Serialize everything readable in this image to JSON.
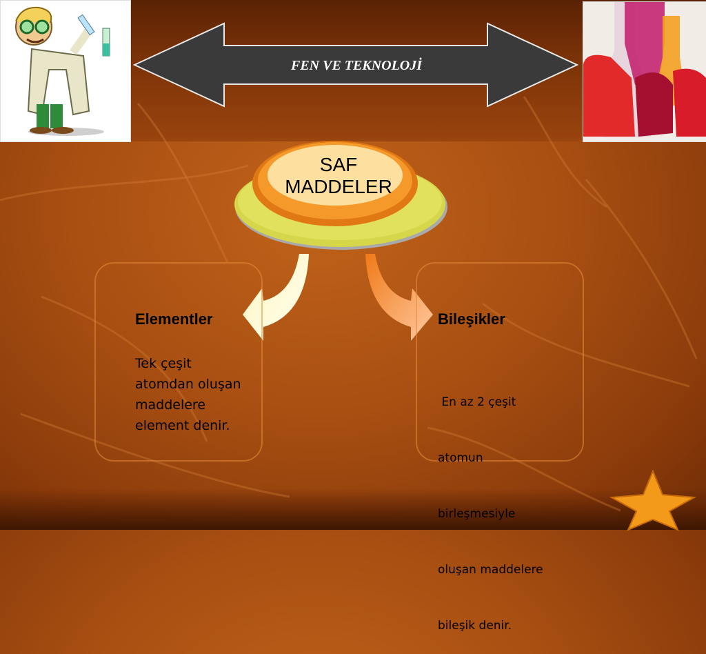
{
  "banner": {
    "title": "FEN VE TEKNOLOJİ"
  },
  "center": {
    "line1": "SAF",
    "line2": "MADDELER"
  },
  "left_panel": {
    "heading": "Elementler",
    "lines": [
      "Tek çeşit",
      "atomdan oluşan",
      "maddelere",
      "element denir."
    ]
  },
  "right_panel": {
    "heading": "Bileşikler",
    "lines": [
      " En az 2 çeşit",
      "atomun",
      "birleşmesiyle",
      "oluşan maddelere",
      "bileşik denir."
    ]
  },
  "colors": {
    "background": "#a84f12",
    "banner_arrow": "#3a3a3a",
    "oval_outer": "#d8d84a",
    "oval_inner": "#f28c1c",
    "star": "#f39a1a"
  },
  "icons": {
    "scientist": "scientist-illustration",
    "flasks": "flasks-photo",
    "star": "star-icon"
  }
}
